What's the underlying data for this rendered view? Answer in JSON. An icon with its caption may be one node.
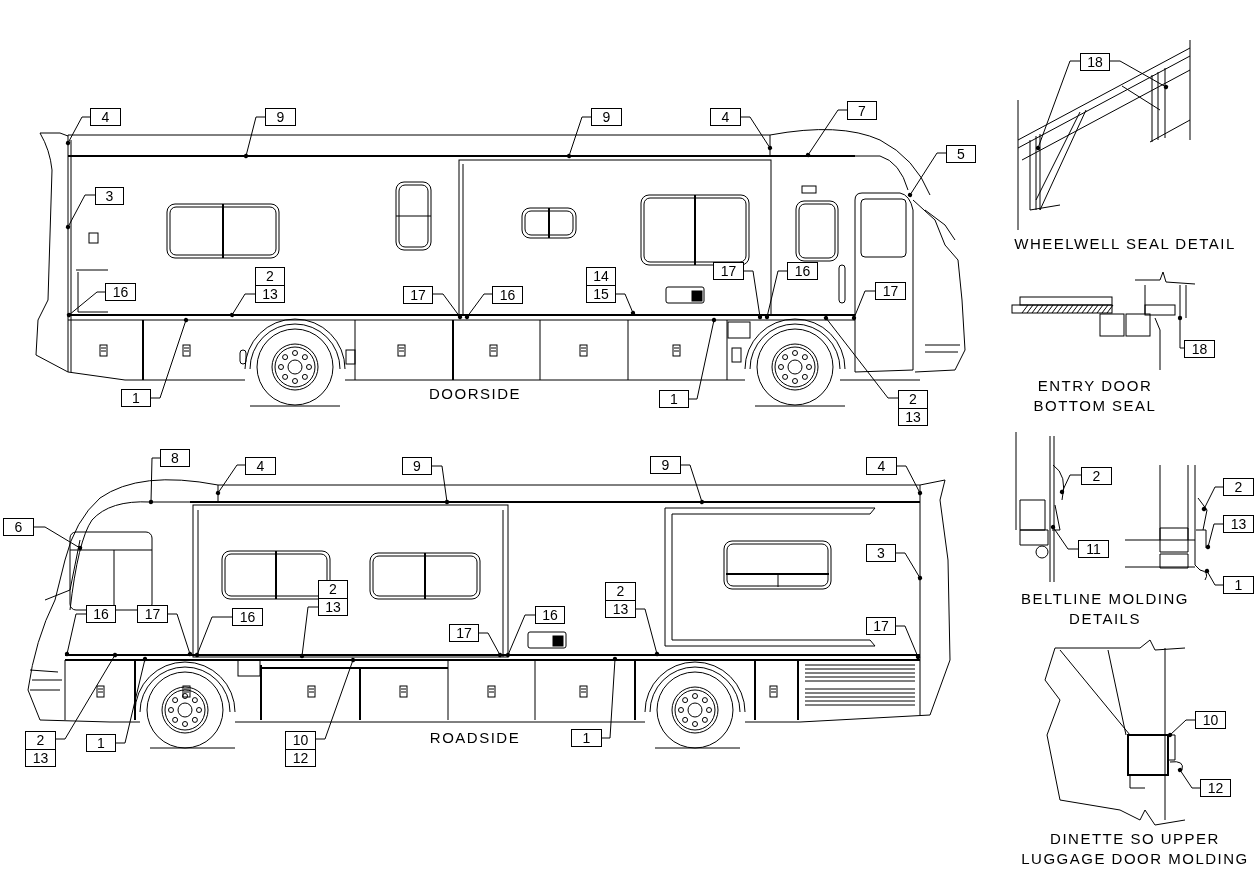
{
  "diagram": {
    "nodes": [
      {
        "text": [
          "4"
        ]
      },
      {
        "text": [
          "9"
        ]
      },
      {
        "text": [
          "9"
        ]
      },
      {
        "text": [
          "4"
        ]
      },
      {
        "text": [
          "7"
        ]
      },
      {
        "text": [
          "5"
        ]
      },
      {
        "text": [
          "3"
        ]
      },
      {
        "text": [
          "2",
          "13"
        ]
      },
      {
        "text": [
          "16"
        ]
      },
      {
        "text": [
          "14",
          "15"
        ]
      },
      {
        "text": [
          "17"
        ]
      },
      {
        "text": [
          "16"
        ]
      },
      {
        "text": [
          "17"
        ]
      },
      {
        "text": [
          "16"
        ]
      },
      {
        "text": [
          "17"
        ]
      },
      {
        "text": [
          "1"
        ]
      },
      {
        "text": [
          "1"
        ]
      },
      {
        "text": [
          "2",
          "13"
        ]
      },
      {
        "text": [
          "8"
        ]
      },
      {
        "text": [
          "4"
        ]
      },
      {
        "text": [
          "9"
        ]
      },
      {
        "text": [
          "9"
        ]
      },
      {
        "text": [
          "4"
        ]
      },
      {
        "text": [
          "6"
        ]
      },
      {
        "text": [
          "3"
        ]
      },
      {
        "text": [
          "2",
          "13"
        ]
      },
      {
        "text": [
          "16"
        ]
      },
      {
        "text": [
          "17"
        ]
      },
      {
        "text": [
          "16"
        ]
      },
      {
        "text": [
          "16"
        ]
      },
      {
        "text": [
          "2",
          "13"
        ]
      },
      {
        "text": [
          "17"
        ]
      },
      {
        "text": [
          "17"
        ]
      },
      {
        "text": [
          "2",
          "13"
        ]
      },
      {
        "text": [
          "1"
        ]
      },
      {
        "text": [
          "10",
          "12"
        ]
      },
      {
        "text": [
          "1"
        ]
      },
      {
        "text": [
          "18"
        ]
      },
      {
        "text": [
          "18"
        ]
      },
      {
        "text": [
          "2"
        ]
      },
      {
        "text": [
          "11"
        ]
      },
      {
        "text": [
          "2"
        ]
      },
      {
        "text": [
          "13"
        ]
      },
      {
        "text": [
          "1"
        ]
      },
      {
        "text": [
          "10"
        ]
      },
      {
        "text": [
          "12"
        ]
      }
    ],
    "edges": [
      {
        "from": 0,
        "to": null,
        "arrow": "other"
      },
      {
        "from": 1,
        "to": null,
        "arrow": "other"
      },
      {
        "from": 2,
        "to": null,
        "arrow": "other"
      },
      {
        "from": 3,
        "to": null,
        "arrow": "other"
      },
      {
        "from": 4,
        "to": null,
        "arrow": "other"
      },
      {
        "from": 5,
        "to": null,
        "arrow": "other"
      },
      {
        "from": 6,
        "to": null,
        "arrow": "other"
      },
      {
        "from": 7,
        "to": null,
        "arrow": "other"
      },
      {
        "from": 8,
        "to": null,
        "arrow": "other"
      },
      {
        "from": 9,
        "to": null,
        "arrow": "other"
      },
      {
        "from": 10,
        "to": null,
        "arrow": "other"
      },
      {
        "from": 11,
        "to": null,
        "arrow": "other"
      },
      {
        "from": 12,
        "to": null,
        "arrow": "other"
      },
      {
        "from": 13,
        "to": null,
        "arrow": "other"
      },
      {
        "from": 14,
        "to": null,
        "arrow": "other"
      },
      {
        "from": 15,
        "to": null,
        "arrow": "other"
      },
      {
        "from": 16,
        "to": null,
        "arrow": "other"
      },
      {
        "from": 17,
        "to": null,
        "arrow": "other"
      },
      {
        "from": 18,
        "to": null,
        "arrow": "other"
      },
      {
        "from": 19,
        "to": null,
        "arrow": "other"
      },
      {
        "from": 20,
        "to": null,
        "arrow": "other"
      },
      {
        "from": 21,
        "to": null,
        "arrow": "other"
      },
      {
        "from": 22,
        "to": null,
        "arrow": "other"
      },
      {
        "from": 23,
        "to": null,
        "arrow": "other"
      },
      {
        "from": 24,
        "to": null,
        "arrow": "other"
      },
      {
        "from": 25,
        "to": null,
        "arrow": "other"
      },
      {
        "from": 26,
        "to": null,
        "arrow": "other"
      },
      {
        "from": 27,
        "to": null,
        "arrow": "other"
      },
      {
        "from": 28,
        "to": null,
        "arrow": "other"
      },
      {
        "from": 29,
        "to": null,
        "arrow": "other"
      },
      {
        "from": 30,
        "to": null,
        "arrow": "other"
      },
      {
        "from": 31,
        "to": null,
        "arrow": "other"
      },
      {
        "from": 32,
        "to": null,
        "arrow": "other"
      },
      {
        "from": 33,
        "to": null,
        "arrow": "other"
      },
      {
        "from": 34,
        "to": null,
        "arrow": "other"
      },
      {
        "from": 35,
        "to": null,
        "arrow": "other"
      },
      {
        "from": 36,
        "to": null,
        "arrow": "other"
      },
      {
        "from": 37,
        "to": null,
        "arrow": "other"
      },
      {
        "from": 37,
        "to": null,
        "arrow": "other"
      },
      {
        "from": 38,
        "to": null,
        "arrow": "other"
      },
      {
        "from": 39,
        "to": null,
        "arrow": "other"
      },
      {
        "from": 40,
        "to": null,
        "arrow": "other"
      },
      {
        "from": 41,
        "to": null,
        "arrow": "other"
      },
      {
        "from": 42,
        "to": null,
        "arrow": "other"
      },
      {
        "from": 43,
        "to": null,
        "arrow": "other"
      },
      {
        "from": 44,
        "to": null,
        "arrow": "other"
      },
      {
        "from": 45,
        "to": null,
        "arrow": "other"
      }
    ],
    "labels": [
      "DOORSIDE",
      "ROADSIDE",
      "WHEELWELL SEAL DETAIL",
      "ENTRY DOOR BOTTOM SEAL",
      "BELTLINE MOLDING DETAILS",
      "DINETTE SO UPPER LUGGAGE DOOR MOLDING"
    ]
  }
}
